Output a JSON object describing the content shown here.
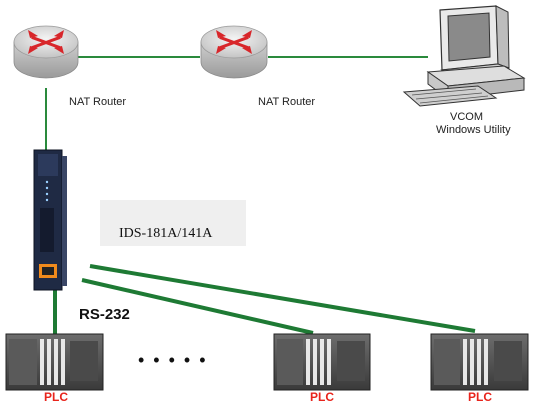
{
  "nodes": {
    "router1_label": "NAT Router",
    "router2_label": "NAT Router",
    "pc_label_line1": "VCOM",
    "pc_label_line2": "Windows Utility",
    "device_label": "IDS-181A/141A",
    "serial_label": "RS-232",
    "plc1_label": "PLC",
    "plc2_label": "PLC",
    "plc3_label": "PLC",
    "ellipsis": "• • • • •"
  },
  "colors": {
    "link": "#2a8a3c",
    "serial_link": "#1e7a34",
    "plc_label": "#e8241c",
    "router_arrow": "#d8262a",
    "router_body": "#d6d6d6"
  }
}
